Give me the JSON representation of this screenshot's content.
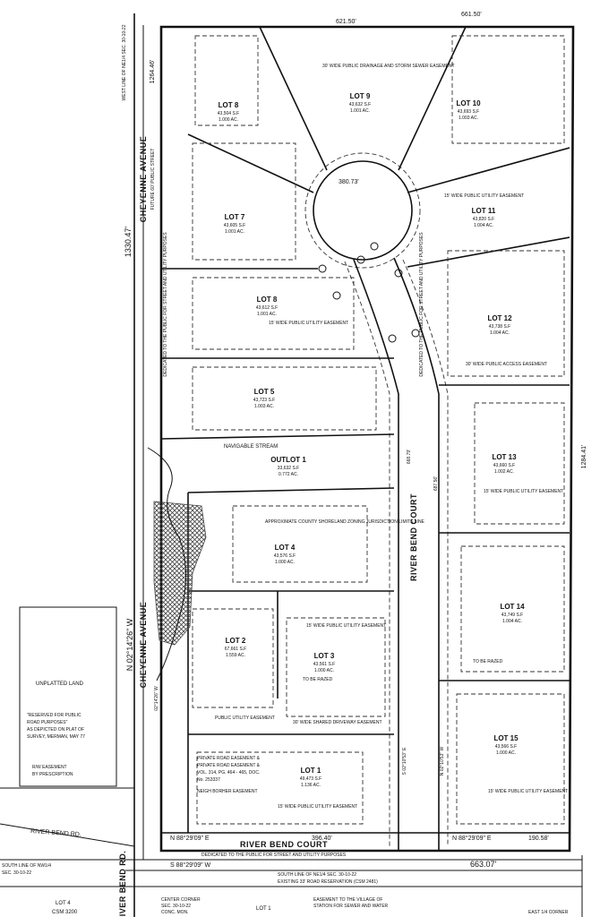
{
  "lots": [
    {
      "id": "lot8a",
      "name": "LOT 8",
      "area_sf": "43,504 S.F",
      "area_ac": "1.000 AC."
    },
    {
      "id": "lot9",
      "name": "LOT 9",
      "area_sf": "43,632 S.F",
      "area_ac": "1.001 AC."
    },
    {
      "id": "lot10",
      "name": "LOT 10",
      "area_sf": "43,693 S.F",
      "area_ac": "1.003 AC."
    },
    {
      "id": "lot11",
      "name": "LOT 11",
      "area_sf": "43,820 S.F",
      "area_ac": "1.004 AC."
    },
    {
      "id": "lot7",
      "name": "LOT 7",
      "area_sf": "43,605 S.F",
      "area_ac": "1.001 AC."
    },
    {
      "id": "lot8b",
      "name": "LOT 8",
      "area_sf": "43,612 S.F",
      "area_ac": "1.001 AC."
    },
    {
      "id": "lot12",
      "name": "LOT 12",
      "area_sf": "43,738 S.F",
      "area_ac": "1.004 AC."
    },
    {
      "id": "lot5",
      "name": "LOT 5",
      "area_sf": "43,723 S.F",
      "area_ac": "1.003 AC."
    },
    {
      "id": "lot13",
      "name": "LOT 13",
      "area_sf": "43,660 S.F",
      "area_ac": "1.002 AC."
    },
    {
      "id": "outlot1",
      "name": "OUTLOT 1",
      "area_sf": "33,632 S.F",
      "area_ac": "0.772 AC."
    },
    {
      "id": "lot4",
      "name": "LOT 4",
      "area_sf": "43,576 S.F",
      "area_ac": "1.000 AC."
    },
    {
      "id": "lot14",
      "name": "LOT 14",
      "area_sf": "43,749 S.F",
      "area_ac": "1.004 AC."
    },
    {
      "id": "lot2",
      "name": "LOT 2",
      "area_sf": "67,661 S.F",
      "area_ac": "1.559 AC."
    },
    {
      "id": "lot3",
      "name": "LOT 3",
      "area_sf": "43,561 S.F",
      "area_ac": "1.000 AC."
    },
    {
      "id": "lot15",
      "name": "LOT 15",
      "area_sf": "43,566 S.F",
      "area_ac": "1.000 AC."
    },
    {
      "id": "lot1",
      "name": "LOT 1",
      "area_sf": "49,473 S.F",
      "area_ac": "1.136 AC."
    }
  ],
  "streets": {
    "cheyenne_top": "CHEYENNE AVENUE",
    "cheyenne_top_sub": "FUTURE 60' PUBLIC STREET",
    "cheyenne_bottom": "CHEYENNE AVENUE",
    "river_bend_court_vertical": "RIVER BEND COURT",
    "river_bend_court_bottom": "RIVER BEND COURT",
    "river_bend_rd": "RIVER BEND RD."
  },
  "dimensions": {
    "top_left": "621.50'",
    "top_right": "661.50'",
    "left_total": "1330.47'",
    "left_upper": "1264.46'",
    "right_total": "1284.41'",
    "bottom_line": "S 88°29'09\" W",
    "bottom_len": "663.07'",
    "bottom_court_left": "N 88°29'09\" E",
    "bottom_court_mid": "396.40'",
    "bottom_court_right": "N 88°29'09\" E",
    "bottom_court_right_len": "190.58'",
    "cul_de_sac_arc": "380.73'",
    "court_len_a": "668.79'",
    "court_len_b": "687.56'",
    "bearing_left": "N 02°14'26\" W",
    "bearing_left_b": "02°14'26\" W",
    "bearing_right_a": "S 02°10'53\" E",
    "bearing_right_b": "N 02°10'53\" W"
  },
  "annotations": {
    "navigable_stream": "NAVIGABLE STREAM",
    "drainage_easement": "30' WIDE PUBLIC DRAINAGE AND STORM SEWER EASEMENT",
    "utility_easement_11": "15' WIDE PUBLIC UTILITY EASEMENT",
    "utility_easement_8": "15' WIDE PUBLIC UTILITY EASEMENT",
    "access_easement": "30' WIDE PUBLIC ACCESS EASEMENT",
    "utility_easement_13": "15' WIDE PUBLIC UTILITY EASEMENT",
    "approx_county": "APPROXIMATE COUNTY SHORELAND ZONING JURISDICTION LIMITS LINE",
    "utility_easement_3": "15' WIDE PUBLIC UTILITY EASEMENT",
    "to_be_razed_a": "TO BE RAZED",
    "to_be_razed_b": "TO BE RAZED",
    "shared_driveway": "30' WIDE SHARED DRIVEWAY EASEMENT",
    "public_utility_easement": "PUBLIC UTILITY EASEMENT",
    "private_road_1": "PRIVATE ROAD EASEMENT &",
    "private_road_2": "PRIVATE ROAD EASEMENT &",
    "private_road_3": "VOL. 314, PG. 464 - 465, DOC.",
    "private_road_4": "No. 253337",
    "neighbor_easement": "NEIGH BORHER EASEMENT",
    "utility_easement_1": "15' WIDE PUBLIC UTILITY EASEMENT",
    "utility_easement_15": "15' WIDE PUBLIC UTILITY EASEMENT",
    "unplatted": "UNPLATTED LAND",
    "reserved_1": "\"RESERVED FOR PUBLIC",
    "reserved_2": "ROAD PURPOSES\"",
    "reserved_3": "AS DEPICTED ON PLAT OF",
    "reserved_4": "SURVEY, MERMAN, MAY 77",
    "prescription_1": "R/W EASEMENT",
    "prescription_2": "BY PRESCRIPTION",
    "dedicated_bottom": "DEDICATED TO THE PUBLIC FOR STREET AND UTILITY PURPOSES",
    "south_line": "SOUTH LINE OF NE1/4 SEC. 30-10-22",
    "existing_row": "EXISTING 33' ROAD RESERVATION (CSM 2481)",
    "center_corner_1": "CENTER CORNER",
    "center_corner_2": "SEC. 30-10-22",
    "center_corner_3": "CONC. MON.",
    "lot1_bottom": "LOT 1",
    "lot4_bottom": "LOT 4",
    "csm_bottom": "CSM 3200",
    "east_corner": "EAST 1/4 CORNER",
    "easement_village_1": "EASEMENT TO THE VILLAGE OF",
    "easement_village_2": "STATION FOR SEWER AND WATER",
    "west_line": "WEST LINE OF NE1/4 SEC. 30-10-22",
    "south_line_nw": "SOUTH LINE OF NW1/4",
    "sec_30": "SEC. 30-10-22",
    "dedicated_left": "DEDICATED TO THE PUBLIC FOR STREET AND UTILITY PURPOSES",
    "dedicated_right": "DEDICATED TO THE PUBLIC FOR STREET AND UTILITY PURPOSES"
  },
  "colors": {
    "ink": "#111111",
    "paper": "#ffffff",
    "hatch": "#444444"
  }
}
